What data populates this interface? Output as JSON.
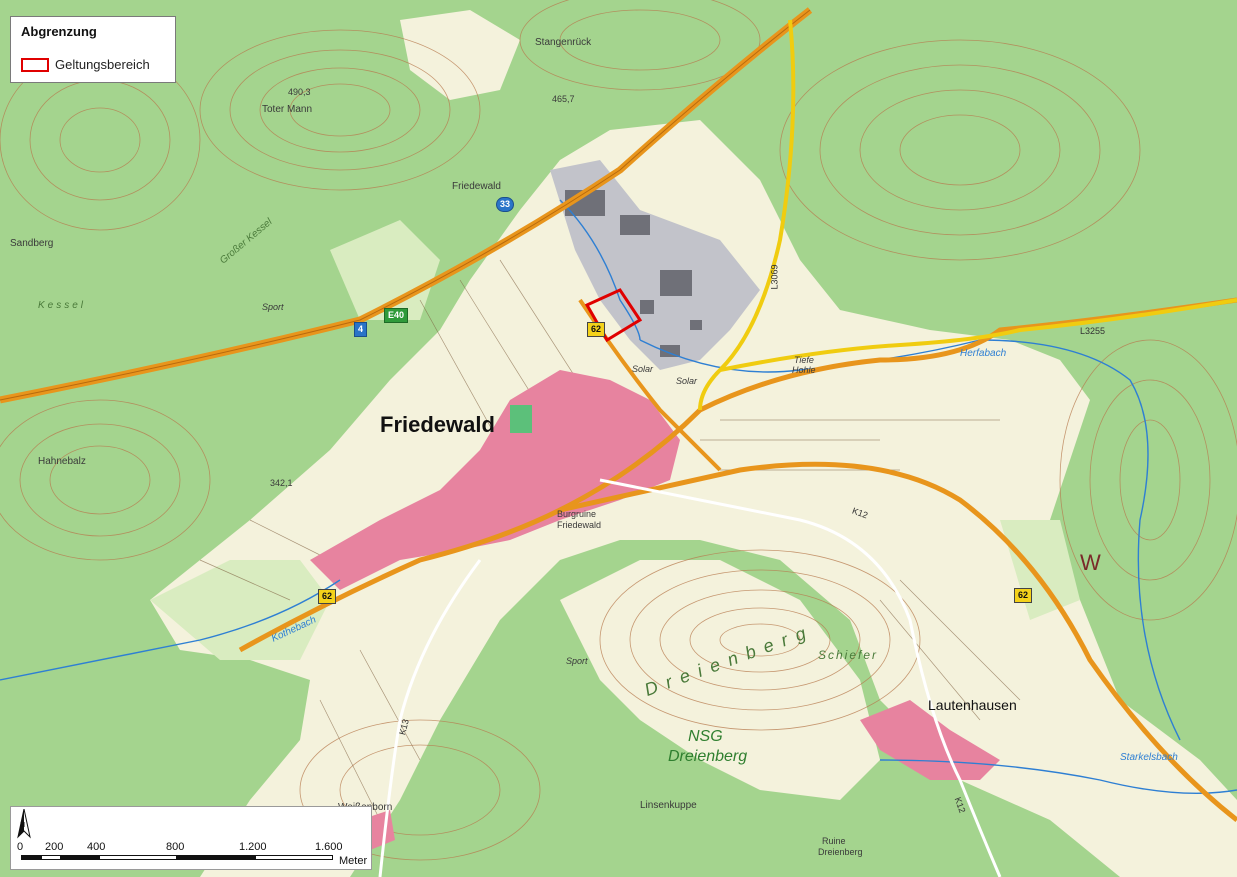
{
  "legend": {
    "title": "Abgrenzung",
    "item_label": "Geltungsbereich",
    "item_color": "#e00000"
  },
  "places": {
    "friedewald": "Friedewald",
    "lautenhausen": "Lautenhausen",
    "nsg": "NSG",
    "dreienberg": "Dreienberg",
    "sandberg": "Sandberg",
    "hahnebalz": "Hahnebalz",
    "toter_mann": "Toter Mann",
    "stangenrueck": "Stangenrück",
    "friedewald_junction": "Friedewald",
    "burgruine": "Burgruine",
    "burgruine2": "Friedewald",
    "weissenborn": "Weißenborn",
    "linsenkuppe": "Linsenkuppe",
    "ruine": "Ruine",
    "ruine2": "Dreienberg",
    "tiefe_hohle": "Tiefe",
    "tiefe_hohle2": "Hohle",
    "solar1": "Solar",
    "solar2": "Solar",
    "sport1": "Sport",
    "sport2": "Sport",
    "schiefer": "Schiefer",
    "kessel": "Kessel",
    "grosser_kessel": "Großer Kessel",
    "dreienberg_arc": "Dreienberg",
    "w": "W",
    "herfabach": "Herfabach",
    "starkelsbach": "Starkelsbach",
    "kothebach": "Kothebach"
  },
  "roads": {
    "a4": "4",
    "e40": "E40",
    "b62_a": "62",
    "b62_b": "62",
    "b62_c": "62",
    "exit33": "33",
    "l3255": "L3255",
    "l3069": "L3069",
    "k12_a": "K12",
    "k12_b": "K12",
    "k13": "K13"
  },
  "heights": {
    "h1": "490,3",
    "h2": "465,7",
    "h3": "342,1"
  },
  "scalebar": {
    "ticks": [
      "0",
      "200",
      "400",
      "800",
      "1.200",
      "1.600"
    ],
    "unit": "Meter"
  },
  "colors": {
    "forest": "#a4d48e",
    "open_land": "#f4f2dc",
    "settlement": "#e7839f",
    "industrial": "#c2c3ca",
    "motorway": "#e8951c",
    "road_yellow": "#f0cc10",
    "boundary": "#e00000",
    "water": "#2e7fd3",
    "contour": "#b77a4e"
  }
}
